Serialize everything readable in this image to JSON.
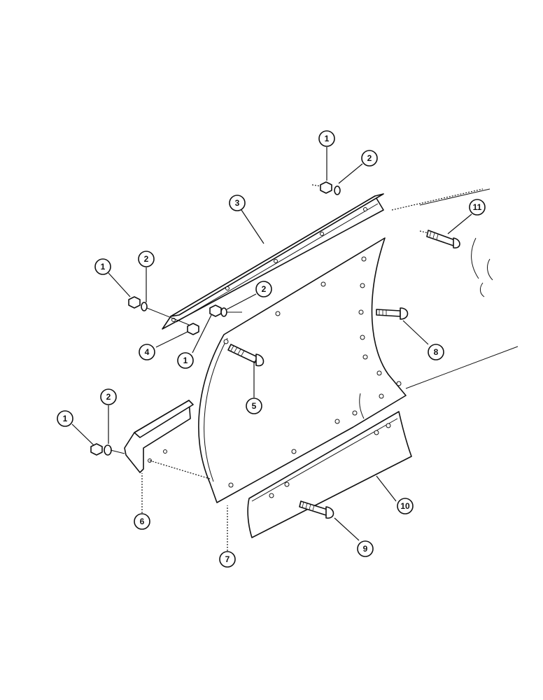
{
  "callouts": [
    {
      "id": "c1a",
      "label": "1"
    },
    {
      "id": "c2a",
      "label": "2"
    },
    {
      "id": "c3",
      "label": "3"
    },
    {
      "id": "c11",
      "label": "11"
    },
    {
      "id": "c1b",
      "label": "1"
    },
    {
      "id": "c2b",
      "label": "2"
    },
    {
      "id": "c2c",
      "label": "2"
    },
    {
      "id": "c4",
      "label": "4"
    },
    {
      "id": "c1c",
      "label": "1"
    },
    {
      "id": "c8",
      "label": "8"
    },
    {
      "id": "c5",
      "label": "5"
    },
    {
      "id": "c1d",
      "label": "1"
    },
    {
      "id": "c2d",
      "label": "2"
    },
    {
      "id": "c6",
      "label": "6"
    },
    {
      "id": "c7",
      "label": "7"
    },
    {
      "id": "c10",
      "label": "10"
    },
    {
      "id": "c9",
      "label": "9"
    }
  ]
}
